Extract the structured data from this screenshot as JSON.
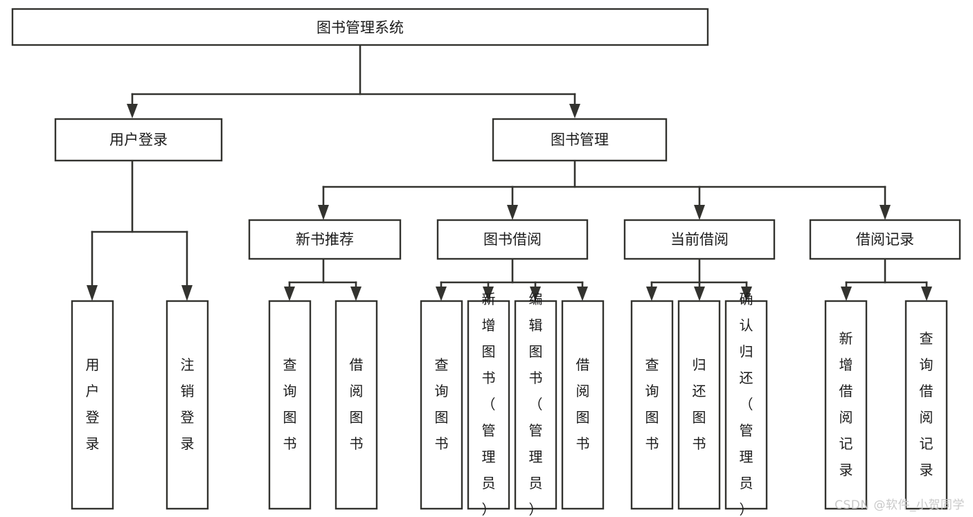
{
  "diagram": {
    "title": "图书管理系统",
    "type": "tree-hierarchy-diagram",
    "watermark": "CSDN @软件_小贺同学",
    "colors": {
      "stroke": "#33332f",
      "fill": "#ffffff",
      "text": "#1b1b1b",
      "watermark": "#c9c9c9",
      "background": "#ffffff"
    },
    "root": {
      "label": "图书管理系统",
      "level": 0
    },
    "level1": [
      {
        "label": "用户登录",
        "level": 1
      },
      {
        "label": "图书管理",
        "level": 1
      }
    ],
    "level2": [
      {
        "label": "新书推荐",
        "level": 2,
        "parent": "图书管理"
      },
      {
        "label": "图书借阅",
        "level": 2,
        "parent": "图书管理"
      },
      {
        "label": "当前借阅",
        "level": 2,
        "parent": "图书管理"
      },
      {
        "label": "借阅记录",
        "level": 2,
        "parent": "图书管理"
      }
    ],
    "leaves": {
      "user_login": [
        {
          "label": "用户登录",
          "orientation": "vertical"
        },
        {
          "label": "注销登录",
          "orientation": "vertical"
        }
      ],
      "new_book_recommend": [
        {
          "label": "查询图书",
          "orientation": "vertical"
        },
        {
          "label": "借阅图书",
          "orientation": "vertical"
        }
      ],
      "book_borrow": [
        {
          "label": "查询图书",
          "orientation": "vertical"
        },
        {
          "label": "新增图书（管理员）",
          "orientation": "vertical"
        },
        {
          "label": "编辑图书（管理员）",
          "orientation": "vertical"
        },
        {
          "label": "借阅图书",
          "orientation": "vertical"
        }
      ],
      "current_borrow": [
        {
          "label": "查询图书",
          "orientation": "vertical"
        },
        {
          "label": "归还图书",
          "orientation": "vertical"
        },
        {
          "label": "确认归还（管理员）",
          "orientation": "vertical"
        }
      ],
      "borrow_record": [
        {
          "label": "新增借阅记录",
          "orientation": "vertical"
        },
        {
          "label": "查询借阅记录",
          "orientation": "vertical"
        }
      ]
    }
  }
}
